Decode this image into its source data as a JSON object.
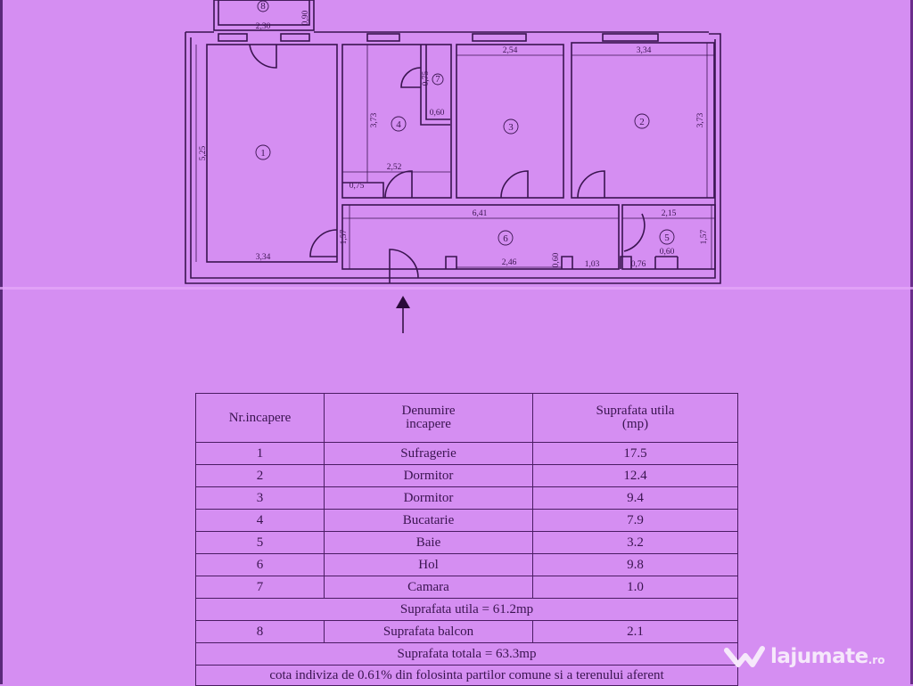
{
  "document": {
    "type": "floor-plan",
    "background_color": "#d58ef2",
    "line_color": "#3a1450"
  },
  "plan": {
    "rooms": [
      {
        "number": "1",
        "dims": [
          "5,25",
          "3,34"
        ]
      },
      {
        "number": "2",
        "dims": [
          "3,34",
          "3,73"
        ]
      },
      {
        "number": "3",
        "dims": [
          "2,54"
        ]
      },
      {
        "number": "4",
        "dims": [
          "3,73",
          "2,52",
          "0,75"
        ]
      },
      {
        "number": "5",
        "dims": [
          "2,15",
          "1,57",
          "0,60",
          "0,76"
        ]
      },
      {
        "number": "6",
        "dims": [
          "6,41",
          "1,57",
          "2,46",
          "0,60",
          "1,03"
        ]
      },
      {
        "number": "7",
        "dims": [
          "0,75",
          "0,60"
        ]
      },
      {
        "number": "8",
        "dims": [
          "2,30",
          "0,90"
        ]
      }
    ],
    "labels": {
      "r1": "1",
      "r2": "2",
      "r3": "3",
      "r4": "4",
      "r5": "5",
      "r6": "6",
      "r7": "7",
      "r8": "8",
      "d_230": "2,30",
      "d_090": "0,90",
      "d_525": "5,25",
      "d_334a": "3,34",
      "d_373a": "3,73",
      "d_252": "2,52",
      "d_075": "0,75",
      "d_075b": "0,75",
      "d_060a": "0,60",
      "d_254": "2,54",
      "d_334b": "3,34",
      "d_373b": "3,73",
      "d_641": "6,41",
      "d_215": "2,15",
      "d_157a": "1,57",
      "d_157b": "1,57",
      "d_246": "2,46",
      "d_060b": "0,60",
      "d_103": "1,03",
      "d_076": "0,76",
      "d_060c": "0,60"
    },
    "entrance_arrow": "arrow-up"
  },
  "table": {
    "headers": [
      "Nr.incapere",
      "Denumire incapere",
      "Suprafata utila (mp)"
    ],
    "header_lines": {
      "h2a": "Denumire",
      "h2b": "incapere",
      "h3a": "Suprafata utila",
      "h3b": "(mp)"
    },
    "rows": [
      {
        "nr": "1",
        "name": "Sufragerie",
        "area": "17.5"
      },
      {
        "nr": "2",
        "name": "Dormitor",
        "area": "12.4"
      },
      {
        "nr": "3",
        "name": "Dormitor",
        "area": "9.4"
      },
      {
        "nr": "4",
        "name": "Bucatarie",
        "area": "7.9"
      },
      {
        "nr": "5",
        "name": "Baie",
        "area": "3.2"
      },
      {
        "nr": "6",
        "name": "Hol",
        "area": "9.8"
      },
      {
        "nr": "7",
        "name": "Camara",
        "area": "1.0"
      }
    ],
    "subtotal": "Suprafata utila = 61.2mp",
    "balcony": {
      "nr": "8",
      "name": "Suprafata balcon",
      "area": "2.1"
    },
    "total": "Suprafata  totala = 63.3mp",
    "footnote_partial": "cota indiviza de 0.61% din folosinta partilor comune si a terenului aferent"
  },
  "watermark": {
    "brand": "lajumate",
    "tld": ".ro"
  }
}
